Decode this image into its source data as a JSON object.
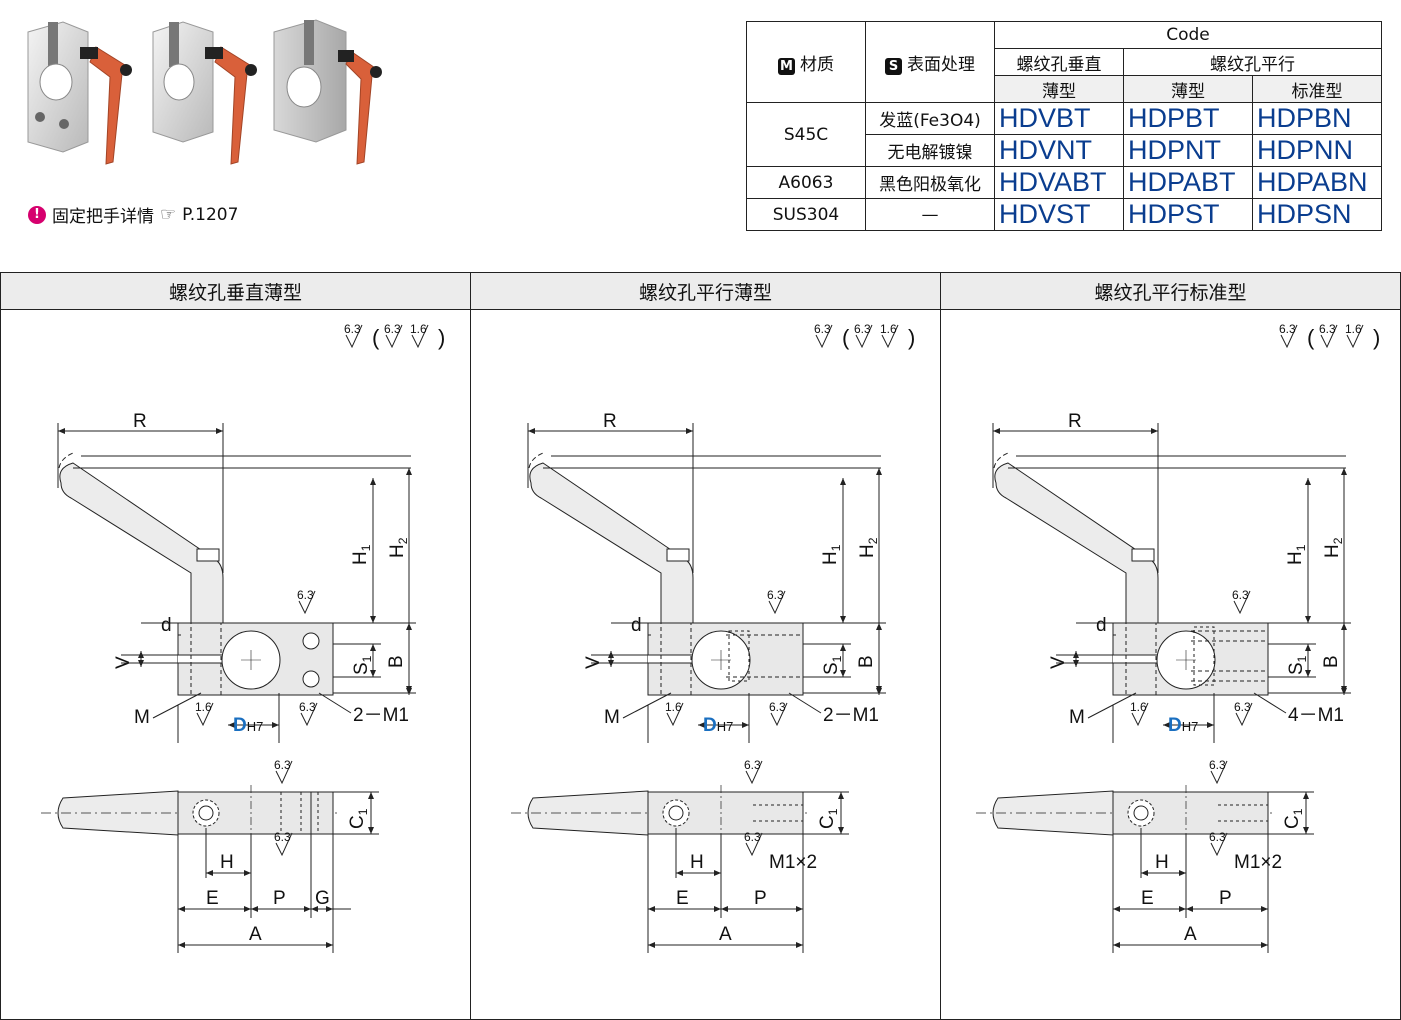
{
  "note": {
    "text": "固定把手详情",
    "page_ref": "P.1207"
  },
  "table": {
    "col_material": "材质",
    "col_surface": "表面处理",
    "badge_material": "M",
    "badge_surface": "S",
    "code_header": "Code",
    "group_vertical": "螺纹孔垂直",
    "group_parallel": "螺纹孔平行",
    "sub_vertical_thin": "薄型",
    "sub_parallel_thin": "薄型",
    "sub_parallel_std": "标准型",
    "rows": [
      {
        "material": "S45C",
        "surface": "发蓝(Fe3O4)",
        "c1": "HDVBT",
        "c2": "HDPBT",
        "c3": "HDPBN"
      },
      {
        "material": "",
        "surface": "无电解镀镍",
        "c1": "HDVNT",
        "c2": "HDPNT",
        "c3": "HDPNN"
      },
      {
        "material": "A6063",
        "surface": "黑色阳极氧化",
        "c1": "HDVABT",
        "c2": "HDPABT",
        "c3": "HDPABN"
      },
      {
        "material": "SUS304",
        "surface": "—",
        "c1": "HDVST",
        "c2": "HDPST",
        "c3": "HDPSN"
      }
    ]
  },
  "panels": [
    {
      "title": "螺纹孔垂直薄型",
      "thread_label": "2－M1"
    },
    {
      "title": "螺纹孔平行薄型",
      "thread_label": "2－M1",
      "thread2": "M1×2"
    },
    {
      "title": "螺纹孔平行标准型",
      "thread_label": "4－M1",
      "thread2": "M1×2"
    }
  ],
  "dims": {
    "R": "R",
    "H1": "H",
    "H1_sub": "1",
    "H2": "H",
    "H2_sub": "2",
    "d": "d",
    "V": "V",
    "S1": "S",
    "S1_sub": "1",
    "B": "B",
    "M": "M",
    "D": "D",
    "H7": "H7",
    "C1": "C",
    "C1_sub": "1",
    "H": "H",
    "E": "E",
    "P": "P",
    "G": "G",
    "A": "A"
  },
  "roughness": {
    "r63": "6.3",
    "r16": "1.6"
  },
  "colors": {
    "code_blue": "#0a3d8f",
    "handle_orange": "#d9603a",
    "dim_blue": "#1a6fc0"
  }
}
